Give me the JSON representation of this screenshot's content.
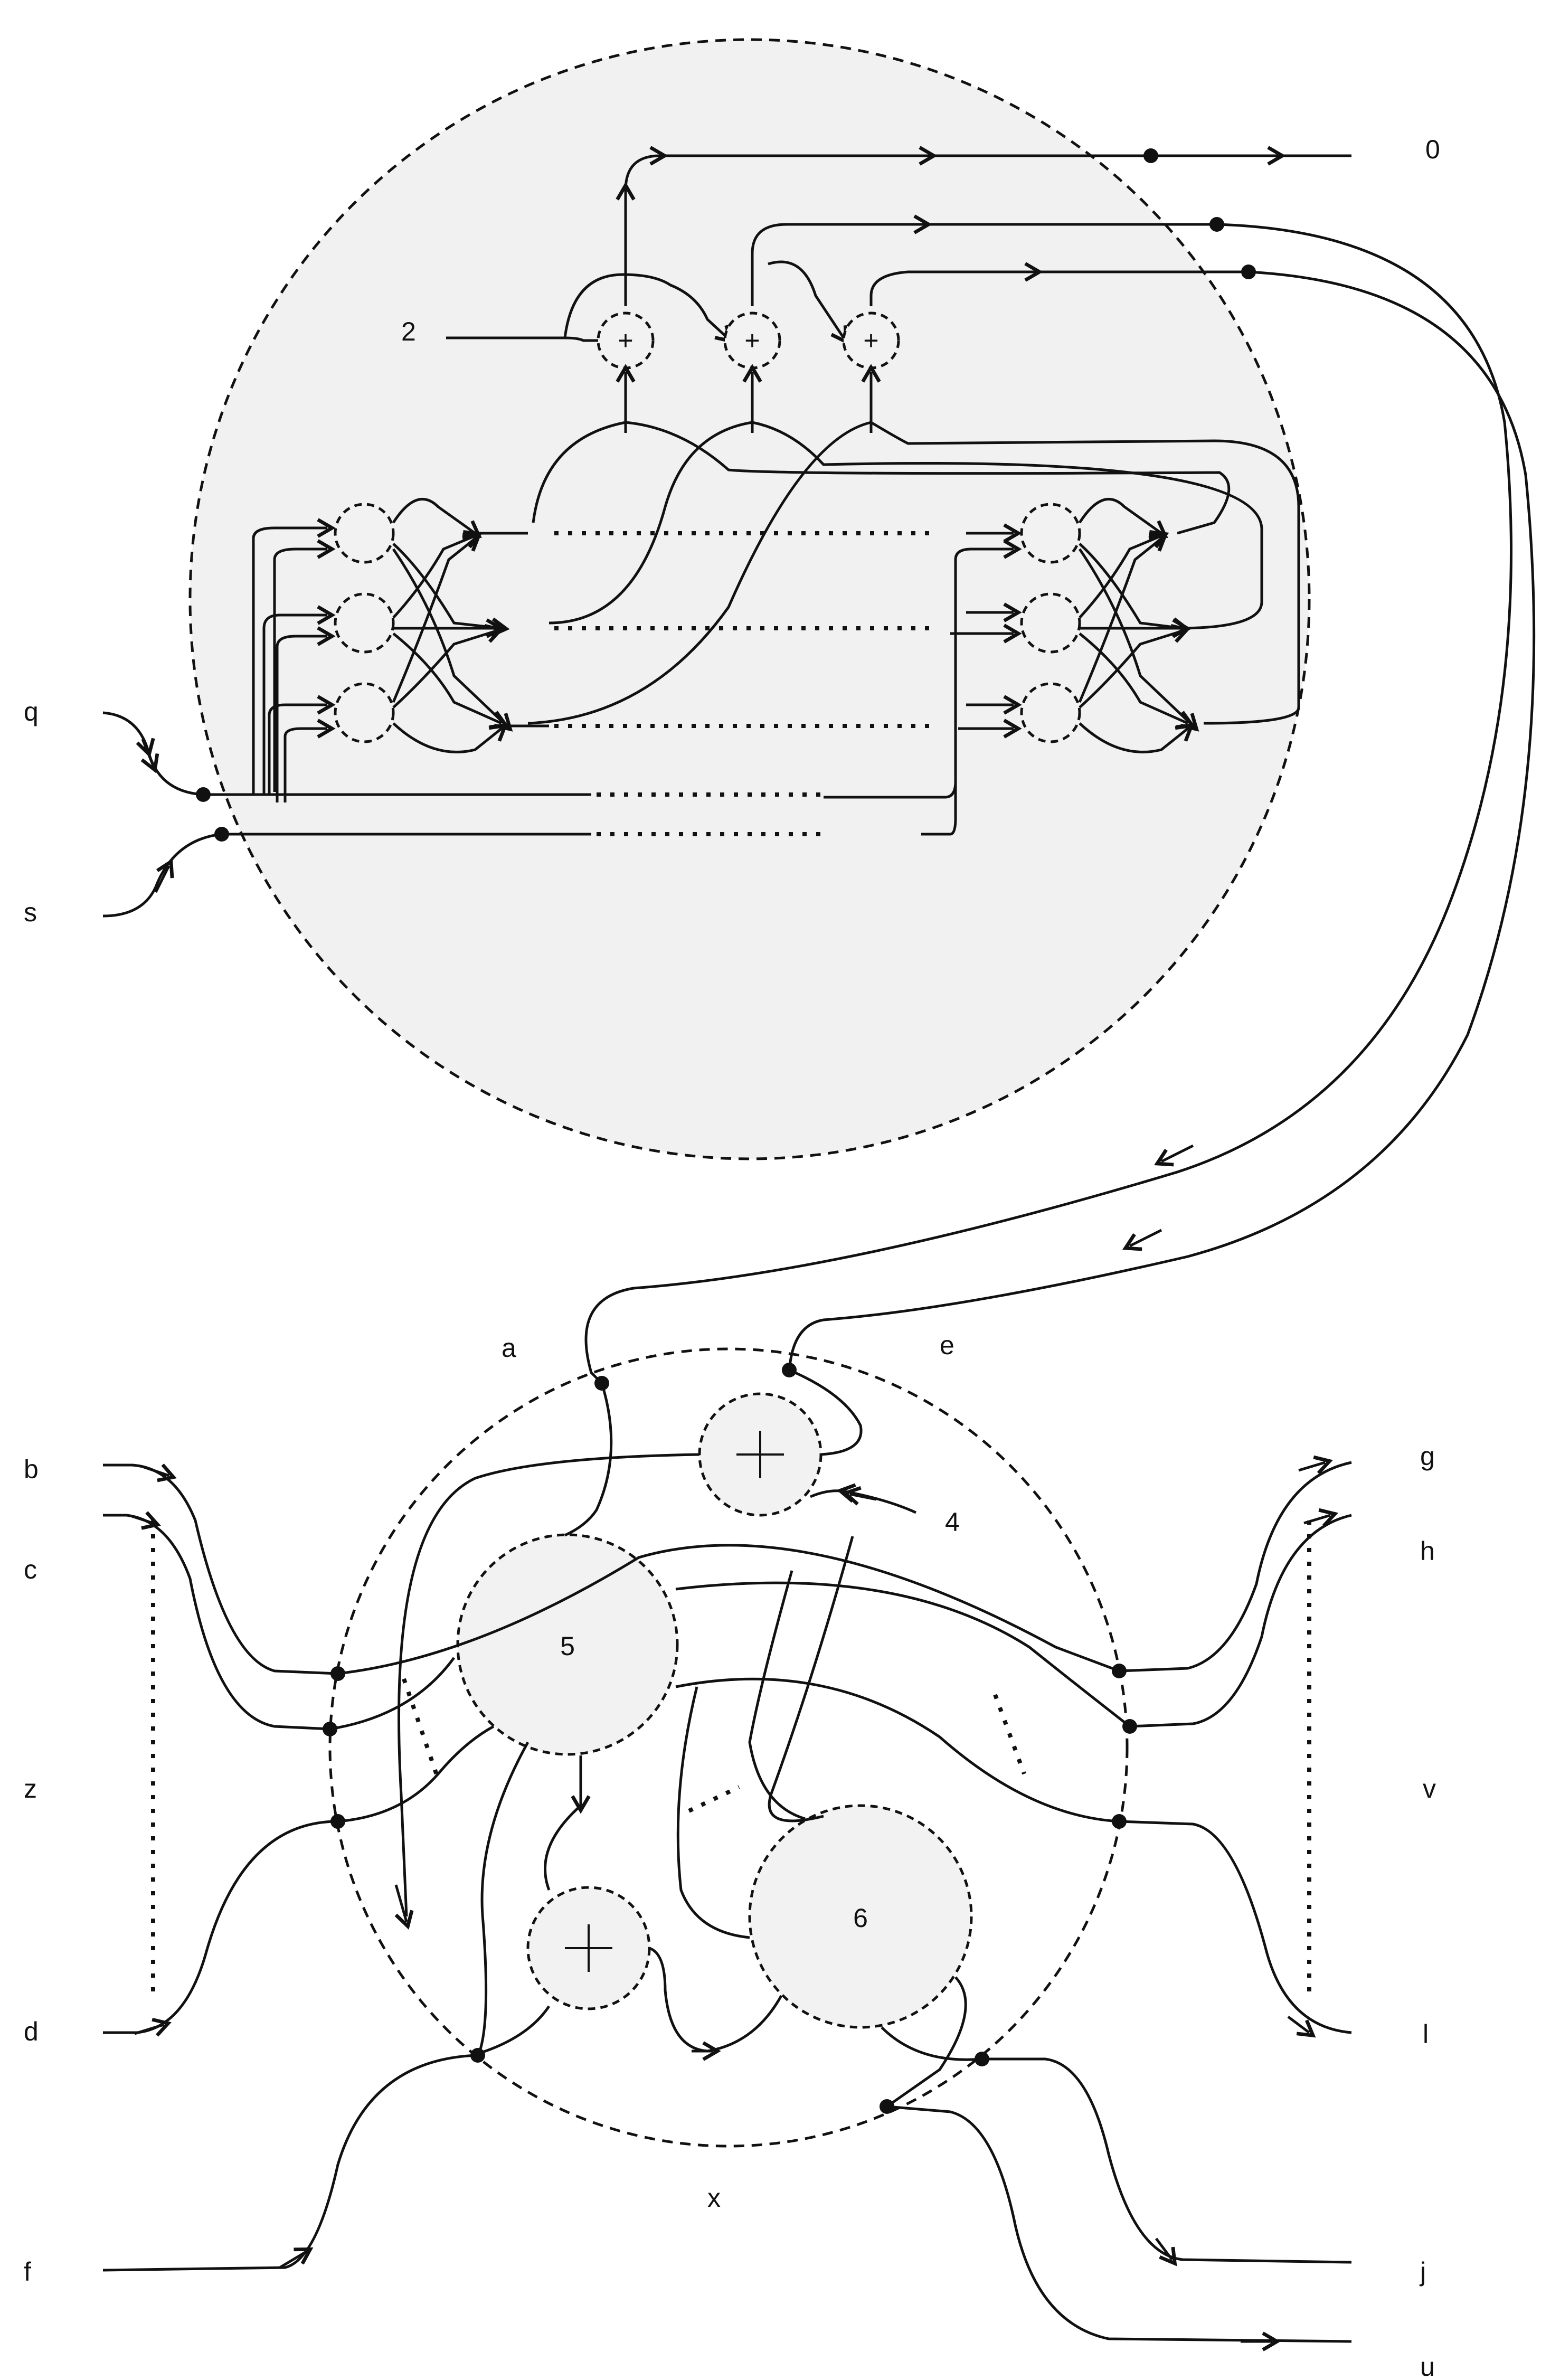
{
  "labels": {
    "top_right_output": "0",
    "input_2": "2",
    "input_q": "q",
    "input_s": "s",
    "label_a": "a",
    "label_e": "e",
    "label_b": "b",
    "label_c": "c",
    "label_z": "z",
    "label_d": "d",
    "label_f": "f",
    "label_g": "g",
    "label_h": "h",
    "label_v": "v",
    "label_l": "l",
    "label_j": "j",
    "label_u": "u",
    "label_x": "x",
    "input_4": "4",
    "node_5": "5",
    "node_6": "6"
  },
  "adders": {
    "top": [
      "+",
      "+",
      "+"
    ],
    "bottom_upper": "+",
    "bottom_lower": "+"
  }
}
